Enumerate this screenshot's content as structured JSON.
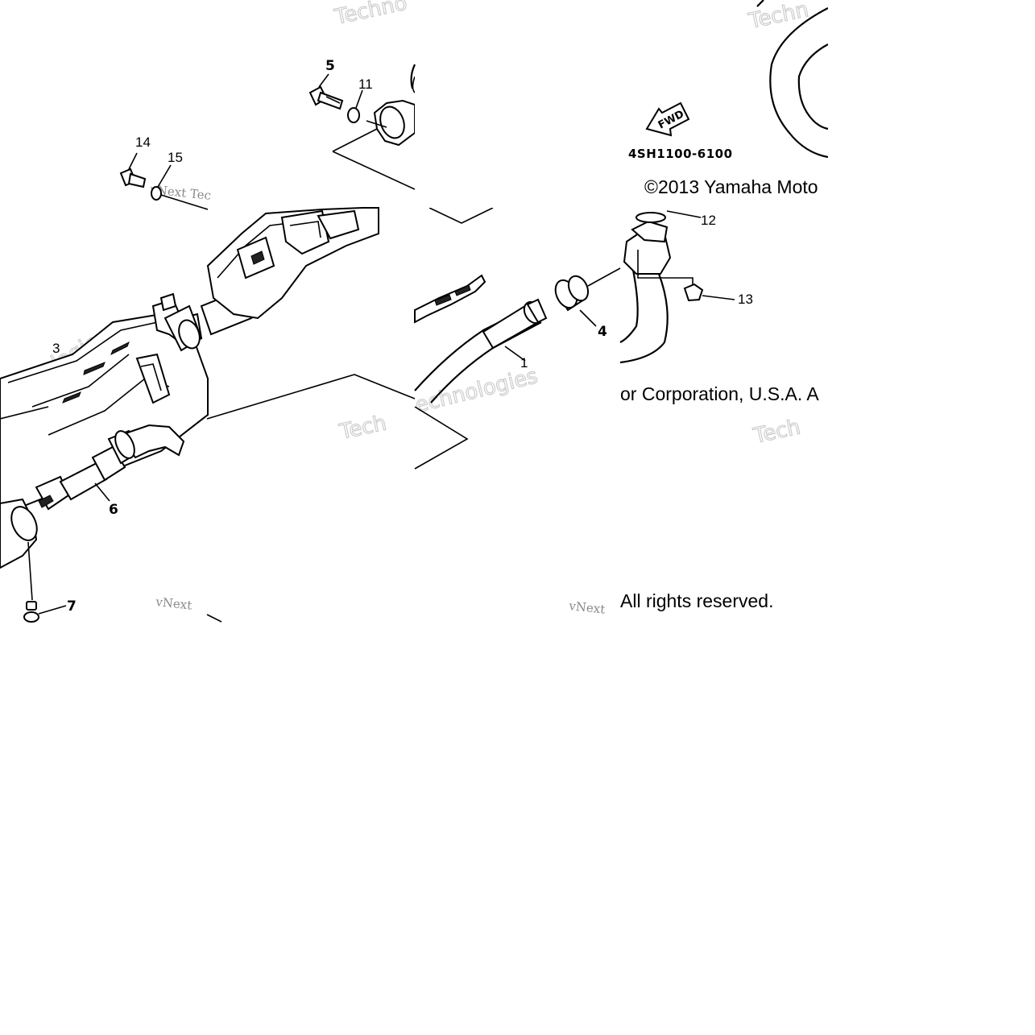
{
  "diagram": {
    "callouts": {
      "c1": "1",
      "c3": "3",
      "c4": "4",
      "c5": "5",
      "c6": "6",
      "c7": "7",
      "c11": "11",
      "c12": "12",
      "c13": "13",
      "c14": "14",
      "c15": "15"
    },
    "part_code": "4SH1100-6100",
    "fwd_label": "FWD",
    "copyright": {
      "line_top": "©2013 Yamaha Moto",
      "line_middle": "or Corporation, U.S.A. A",
      "line_bottom": "All rights reserved."
    },
    "watermarks": {
      "tech": "Tech",
      "techno": "Techno",
      "techn": "Techn",
      "technologies": "echnologies",
      "vnext": "vNext",
      "vnext_tec": "vNext Tec"
    }
  }
}
